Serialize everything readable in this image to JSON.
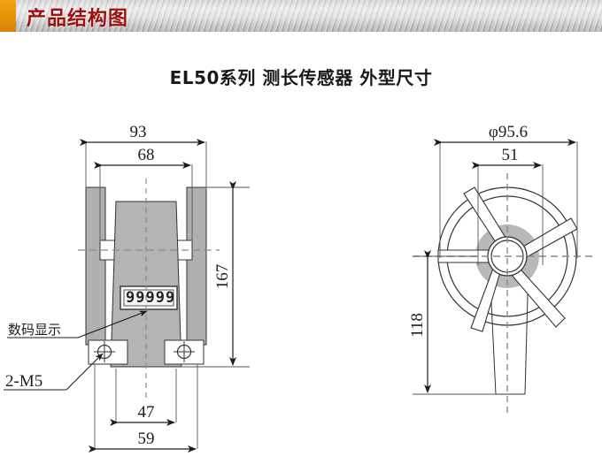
{
  "banner": {
    "title": "产品结构图",
    "accent_color": "#e8940a",
    "text_color": "#9e1010"
  },
  "heading": {
    "text": "EL50系列 测长传感器 外型尺寸"
  },
  "left_view": {
    "name": "front-elevation",
    "display_value": "99999",
    "dimensions": {
      "overall_width": "93",
      "inner_width": "68",
      "height": "167",
      "body_width": "47",
      "base_width": "59"
    },
    "callouts": {
      "display": "数码显示",
      "thread": "2-M5"
    }
  },
  "right_view": {
    "name": "wheel-elevation",
    "dimensions": {
      "wheel_diameter": "φ95.6",
      "hub_width": "51",
      "height": "118"
    }
  },
  "colors": {
    "part_fill": "#b0b0b0",
    "body_fill": "#b4b4b4",
    "line": "#333333",
    "centerline": "#8a8a8a"
  }
}
